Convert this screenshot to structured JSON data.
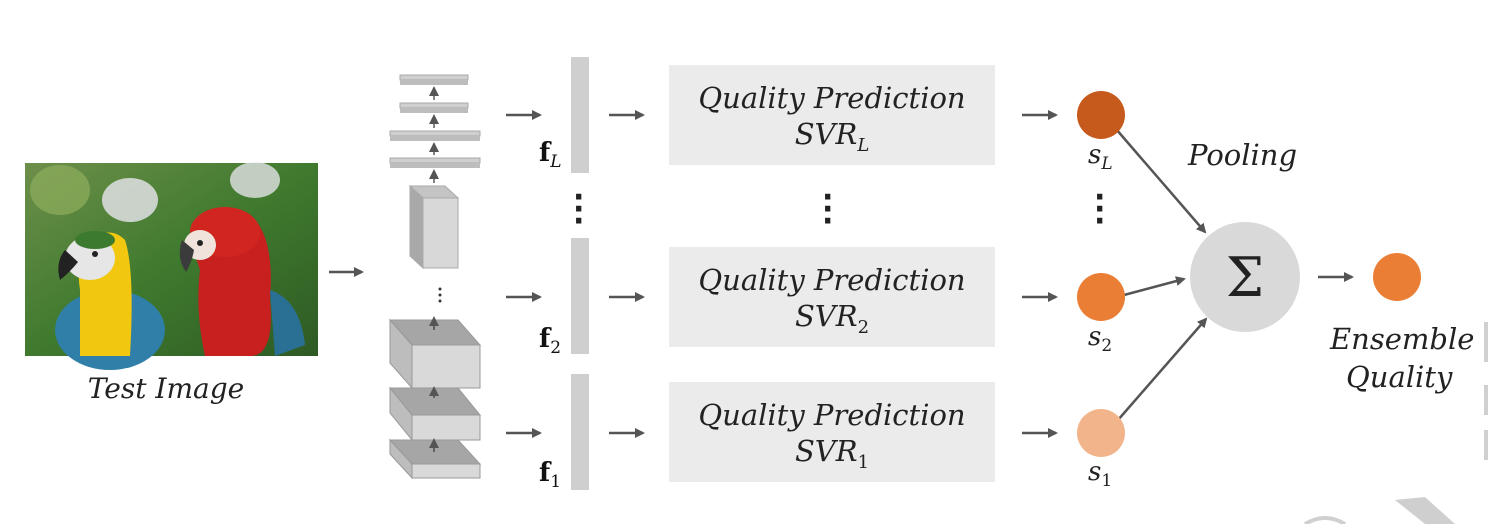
{
  "input": {
    "caption": "Test Image"
  },
  "features": {
    "top": {
      "symbol": "f",
      "subscript": "L"
    },
    "middle": {
      "symbol": "f",
      "subscript": "2"
    },
    "bottom": {
      "symbol": "f",
      "subscript": "1"
    }
  },
  "predictors": [
    {
      "line1": "Quality Prediction",
      "model": "SVR",
      "subscript": "L"
    },
    {
      "line1": "Quality Prediction",
      "model": "SVR",
      "subscript": "2"
    },
    {
      "line1": "Quality Prediction",
      "model": "SVR",
      "subscript": "1"
    }
  ],
  "scores": [
    {
      "symbol": "s",
      "subscript": "L",
      "color": "#c55a1c"
    },
    {
      "symbol": "s",
      "subscript": "2",
      "color": "#ea7e34"
    },
    {
      "symbol": "s",
      "subscript": "1",
      "color": "#f2b48a"
    }
  ],
  "pooling": {
    "label": "Pooling",
    "symbol": "Σ",
    "color": "#d9d9d9"
  },
  "output": {
    "line1": "Ensemble",
    "line2": "Quality",
    "color": "#ea7e34"
  },
  "colors": {
    "arrow": "#555555",
    "feature_bar": "#cfcfcf",
    "box": "#ebebeb"
  }
}
